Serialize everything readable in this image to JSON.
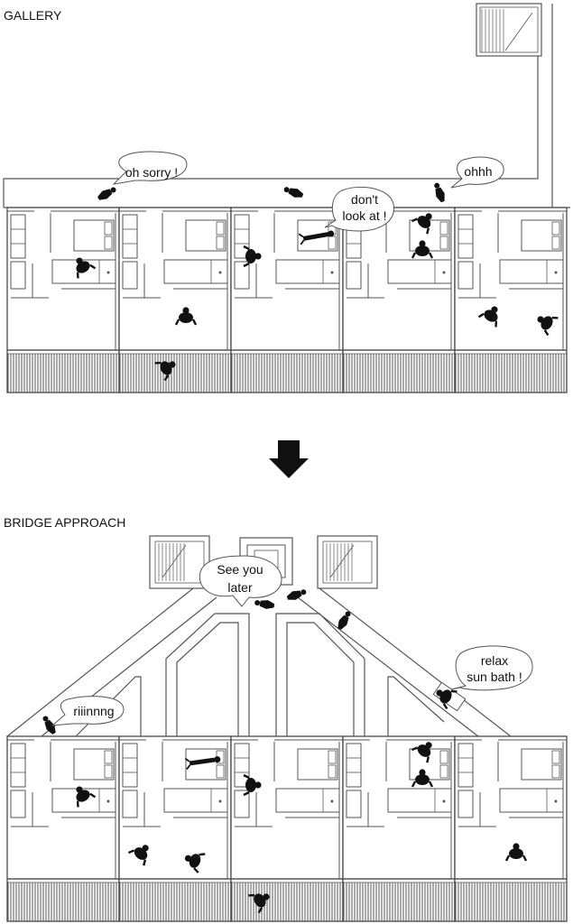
{
  "diagram": {
    "sections": [
      {
        "title": "GALLERY",
        "speech": [
          {
            "lines": [
              "oh sorry !"
            ]
          },
          {
            "lines": [
              "ohhh"
            ]
          },
          {
            "lines": [
              "don't",
              "look at !"
            ]
          }
        ]
      },
      {
        "title": "BRIDGE APPROACH",
        "speech": [
          {
            "lines": [
              "See you",
              "later"
            ]
          },
          {
            "lines": [
              "riiinnng"
            ]
          },
          {
            "lines": [
              "relax",
              "sun bath !"
            ]
          }
        ]
      }
    ],
    "transition": {
      "icon": "down-arrow-icon"
    },
    "units_per_row": 5
  },
  "colors": {
    "line": "#555555",
    "fill": "#111111",
    "background": "#ffffff"
  }
}
